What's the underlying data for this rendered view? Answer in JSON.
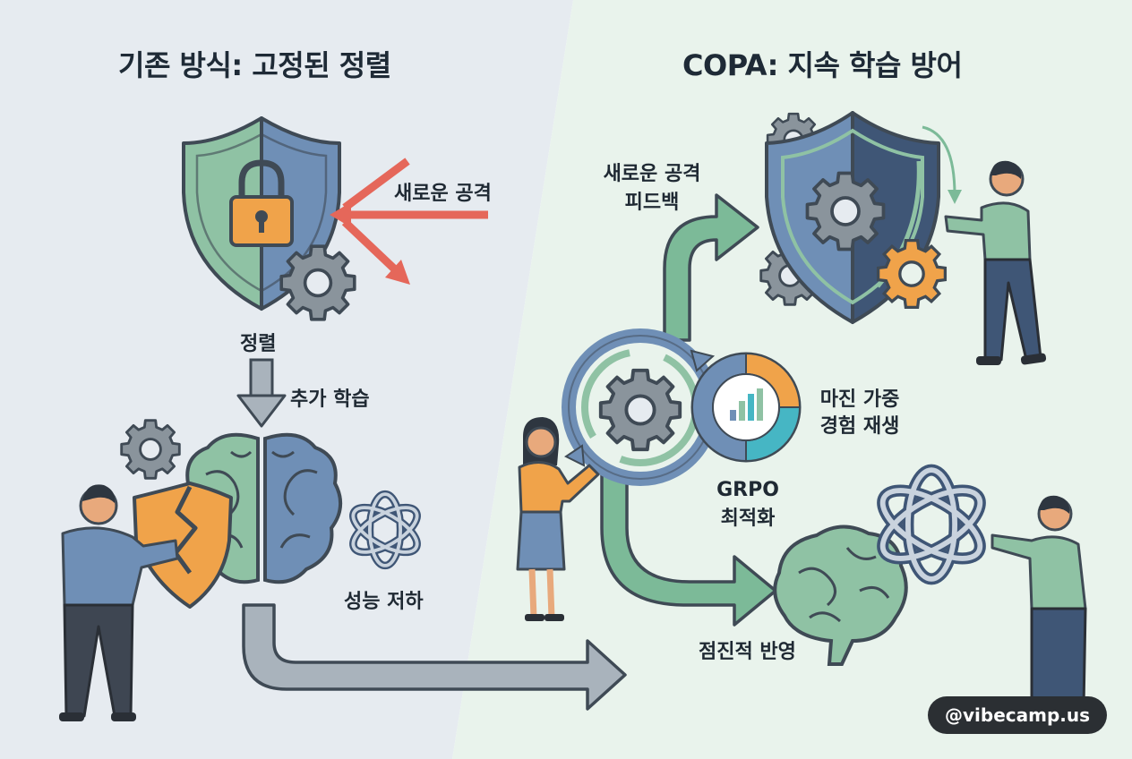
{
  "left_panel": {
    "title": "기존 방식: 고정된 정렬",
    "new_attack": "새로운 공격",
    "alignment": "정렬",
    "extra_training": "추가 학습",
    "performance_drop": "성능 저하"
  },
  "right_panel": {
    "title": "COPA: 지속 학습 방어",
    "attack_feedback_line1": "새로운 공격",
    "attack_feedback_line2": "피드백",
    "margin_replay_line1": "마진 가중",
    "margin_replay_line2": "경험 재생",
    "grpo_line1": "GRPO",
    "grpo_line2": "최적화",
    "gradual_reflection": "점진적 반영"
  },
  "watermark": "@vibecamp.us",
  "colors": {
    "left_bg": "#e6ebf0",
    "right_bg": "#e9f3ec",
    "shield_green": "#8fc2a4",
    "shield_blue": "#6f8fb6",
    "lock_orange": "#f0a34a",
    "attack_red": "#e5675a",
    "gear_gray": "#8a949c",
    "arrow_green": "#7cba98",
    "arrow_gray": "#a9b3bc",
    "navy": "#3f5676"
  },
  "icons": [
    "shield-icon",
    "lock-icon",
    "gear-icon",
    "brain-icon",
    "broken-shield-icon",
    "openai-logo-icon",
    "donut-chart-icon",
    "person-icon"
  ]
}
